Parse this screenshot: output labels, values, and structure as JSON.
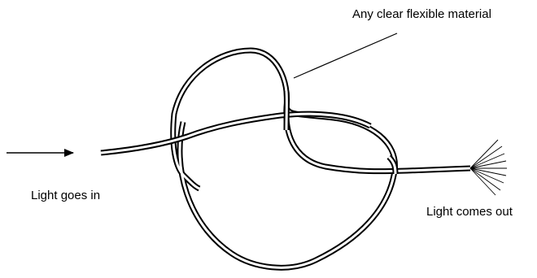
{
  "diagram": {
    "labels": {
      "material": "Any clear flexible material",
      "light_in": "Light goes in",
      "light_out": "Light comes out"
    },
    "colors": {
      "ink": "#000000",
      "tube_fill": "#ffffff",
      "background": "#ffffff"
    },
    "elements": {
      "arrow": "arrow-icon",
      "fiber": "knotted-clear-tube",
      "rays": "emitted-light-rays",
      "leader": "leader-line"
    }
  }
}
